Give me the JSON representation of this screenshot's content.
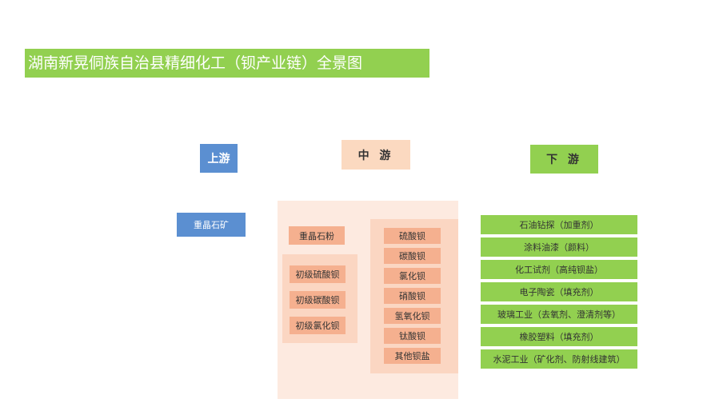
{
  "title": "湖南新晃侗族自治县精细化工（钡产业链）全景图",
  "stages": {
    "upstream": "上游",
    "midstream": "中 游",
    "downstream": "下 游"
  },
  "upstream": {
    "items": [
      "重晶石矿"
    ]
  },
  "midstream": {
    "powder": "重晶石粉",
    "primary_products": [
      "初级硫酸钡",
      "初级碳酸钡",
      "初级氯化钡"
    ],
    "refined_products": [
      "硫酸钡",
      "碳酸钡",
      "氯化钡",
      "硝酸钡",
      "氢氧化钡",
      "钛酸钡",
      "其他钡盐"
    ]
  },
  "downstream": {
    "applications": [
      "石油钻探（加重剂）",
      "涂料油漆（颜料）",
      "化工试剂（高纯钡盐）",
      "电子陶瓷（填充剂）",
      "玻璃工业（去氧剂、澄清剂等）",
      "橡胶塑料（填充剂）",
      "水泥工业（矿化剂、防射线建筑）"
    ]
  },
  "colors": {
    "upstream": "#5b8fd1",
    "midstream_panel": "#fdeae0",
    "midstream_sub": "#fbd6c2",
    "midstream_item": "#f5b08f",
    "downstream": "#92d050"
  }
}
